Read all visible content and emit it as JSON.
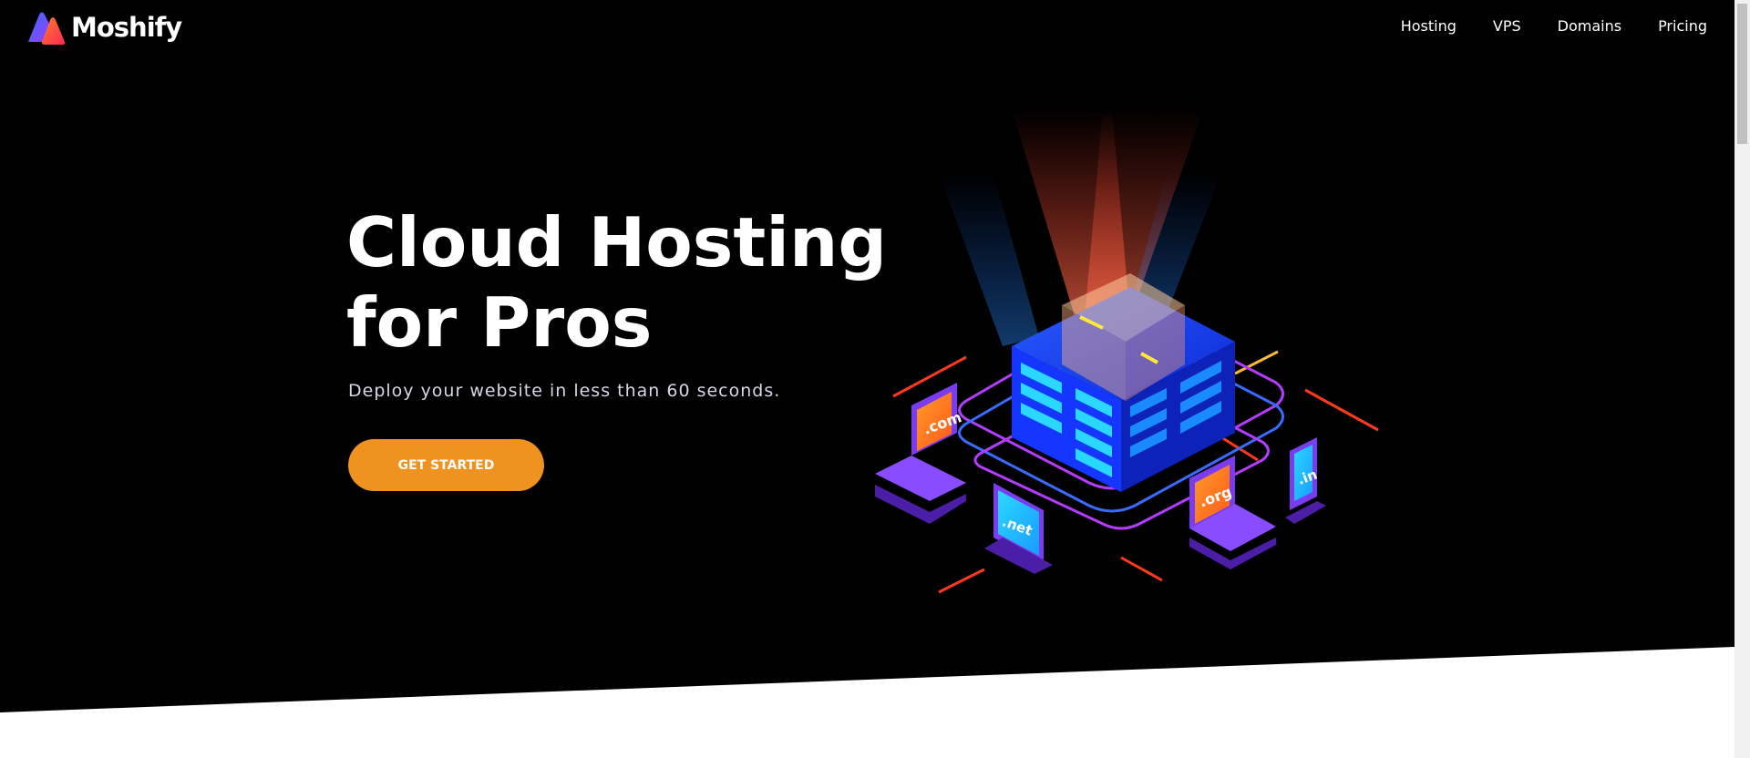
{
  "brand": {
    "name": "Moshify",
    "logo_icon": "moshify-logo-icon"
  },
  "nav": {
    "items": [
      {
        "label": "Hosting"
      },
      {
        "label": "VPS"
      },
      {
        "label": "Domains"
      },
      {
        "label": "Pricing"
      }
    ]
  },
  "hero": {
    "title": "Cloud Hosting for Pros",
    "subtitle": "Deploy your website in less than 60 seconds.",
    "cta_label": "GET STARTED"
  },
  "illustration": {
    "icon": "cloud-server-illustration",
    "domains": [
      ".com",
      ".net",
      ".org",
      ".in"
    ]
  },
  "colors": {
    "background": "#000000",
    "accent": "#f0921f",
    "text": "#ffffff",
    "server_blue": "#1436ff",
    "device_purple": "#7b3cf0",
    "glow_red": "#ff3a2a"
  }
}
